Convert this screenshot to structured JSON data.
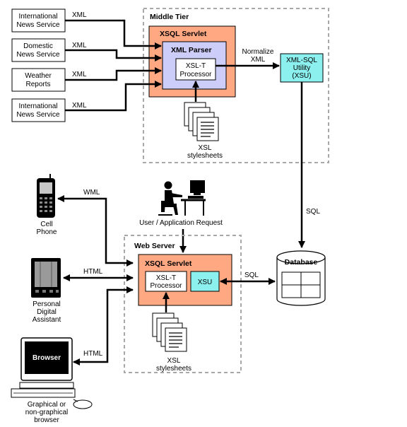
{
  "colors": {
    "servlet_fill": "#FFA882",
    "parser_fill": "#CDCDFA",
    "xsu_fill": "#8CF0EE",
    "white": "#FFFFFF",
    "dashed_border": "#A8A8A8",
    "line": "#000000"
  },
  "sources": [
    {
      "line1": "International",
      "line2": "News Service",
      "label": "XML"
    },
    {
      "line1": "Domestic",
      "line2": "News Service",
      "label": "XML"
    },
    {
      "line1": "Weather",
      "line2": "Reports",
      "label": "XML"
    },
    {
      "line1": "International",
      "line2": "News Service",
      "label": "XML"
    }
  ],
  "middle_tier": {
    "title": "Middle Tier",
    "servlet_title": "XSQL Servlet",
    "parser_title": "XML Parser",
    "processor_line1": "XSL-T",
    "processor_line2": "Processor",
    "stylesheets_line1": "XSL",
    "stylesheets_line2": "stylesheets",
    "normalize_line1": "Normalize",
    "normalize_line2": "XML"
  },
  "xsu_utility": {
    "line1": "XML-SQL",
    "line2": "Utility",
    "line3": "(XSU)"
  },
  "sql_vertical_label": "SQL",
  "user": {
    "label": "User / Application Request"
  },
  "web_server": {
    "title": "Web Server",
    "servlet_title": "XSQL Servlet",
    "processor_line1": "XSL-T",
    "processor_line2": "Processor",
    "xsu_label": "XSU",
    "stylesheets_line1": "XSL",
    "stylesheets_line2": "stylesheets",
    "sql_label": "SQL"
  },
  "database": {
    "label": "Database"
  },
  "clients": {
    "cell_phone": {
      "line1": "Cell",
      "line2": "Phone",
      "arrow_label": "WML"
    },
    "pda": {
      "line1": "Personal",
      "line2": "Digital",
      "line3": "Assistant",
      "arrow_label": "HTML"
    },
    "browser": {
      "screen_label": "Browser",
      "line1": "Graphical or",
      "line2": "non-graphical",
      "line3": "browser",
      "arrow_label": "HTML"
    }
  },
  "icons": [
    "document-stack-icon",
    "person-at-computer-icon",
    "cell-phone-icon",
    "pda-icon",
    "desktop-computer-icon",
    "database-cylinder-icon"
  ]
}
